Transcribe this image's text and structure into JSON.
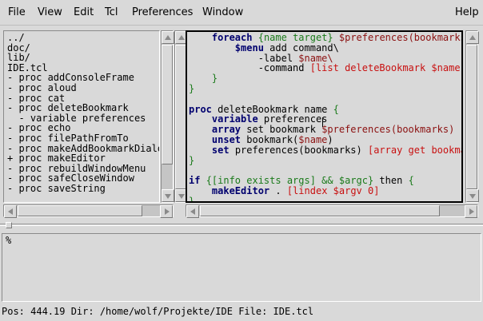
{
  "menubar": {
    "items": [
      "File",
      "View",
      "Edit",
      "Tcl",
      "Preferences",
      "Window"
    ],
    "help": "Help"
  },
  "filelist": {
    "items": [
      "../",
      "doc/",
      "lib/",
      "IDE.tcl",
      "- proc addConsoleFrame",
      "- proc aloud",
      "- proc cat",
      "- proc deleteBookmark",
      "  - variable preferences",
      "- proc echo",
      "- proc filePathFromTo",
      "- proc makeAddBookmarkDialo",
      "+ proc makeEditor",
      "- proc rebuildWindowMenu",
      "- proc safeCloseWindow",
      "- proc saveString"
    ]
  },
  "editor": {
    "lines": [
      [
        {
          "t": "    "
        },
        {
          "t": "foreach",
          "c": "kw"
        },
        {
          "t": " "
        },
        {
          "t": "{name target}",
          "c": "str"
        },
        {
          "t": " "
        },
        {
          "t": "$preferences(bookmarks)",
          "c": "var"
        },
        {
          "t": " "
        },
        {
          "t": "{",
          "c": "str"
        }
      ],
      [
        {
          "t": "        "
        },
        {
          "t": "$menu",
          "c": "kw"
        },
        {
          "t": " add command\\"
        }
      ],
      [
        {
          "t": "            -label "
        },
        {
          "t": "$name\\",
          "c": "var"
        }
      ],
      [
        {
          "t": "            -command "
        },
        {
          "t": "[list deleteBookmark $name]",
          "c": "cmd"
        }
      ],
      [
        {
          "t": "    "
        },
        {
          "t": "}",
          "c": "str"
        }
      ],
      [
        {
          "t": "}",
          "c": "str"
        }
      ],
      [
        {
          "t": ""
        }
      ],
      [
        {
          "t": "proc",
          "c": "kw"
        },
        {
          "t": " deleteBookmark name "
        },
        {
          "t": "{",
          "c": "str"
        }
      ],
      [
        {
          "t": "    "
        },
        {
          "t": "variable",
          "c": "kw"
        },
        {
          "t": " preferences"
        }
      ],
      [
        {
          "t": "    "
        },
        {
          "t": "array",
          "c": "kw"
        },
        {
          "t": " set bookmark "
        },
        {
          "t": "$preferences(bookmarks)",
          "c": "var"
        }
      ],
      [
        {
          "t": "    "
        },
        {
          "t": "unset",
          "c": "kw"
        },
        {
          "t": " bookmark("
        },
        {
          "t": "$name",
          "c": "var"
        },
        {
          "t": ")"
        }
      ],
      [
        {
          "t": "    "
        },
        {
          "t": "set",
          "c": "kw"
        },
        {
          "t": " preferences(bookmarks) "
        },
        {
          "t": "[array get bookmark]",
          "c": "cmd"
        }
      ],
      [
        {
          "t": "}",
          "c": "str"
        }
      ],
      [
        {
          "t": ""
        }
      ],
      [
        {
          "t": "if",
          "c": "kw"
        },
        {
          "t": " "
        },
        {
          "t": "{[info exists args] && $argc}",
          "c": "str"
        },
        {
          "t": " then "
        },
        {
          "t": "{",
          "c": "str"
        }
      ],
      [
        {
          "t": "    "
        },
        {
          "t": "makeEditor",
          "c": "kw"
        },
        {
          "t": " . "
        },
        {
          "t": "[lindex $argv 0]",
          "c": "cmd"
        }
      ],
      [
        {
          "t": "}",
          "c": "str"
        }
      ]
    ]
  },
  "console": {
    "prompt": "%"
  },
  "statusbar": {
    "text": "Pos: 444.19 Dir: /home/wolf/Projekte/IDE File: IDE.tcl"
  }
}
